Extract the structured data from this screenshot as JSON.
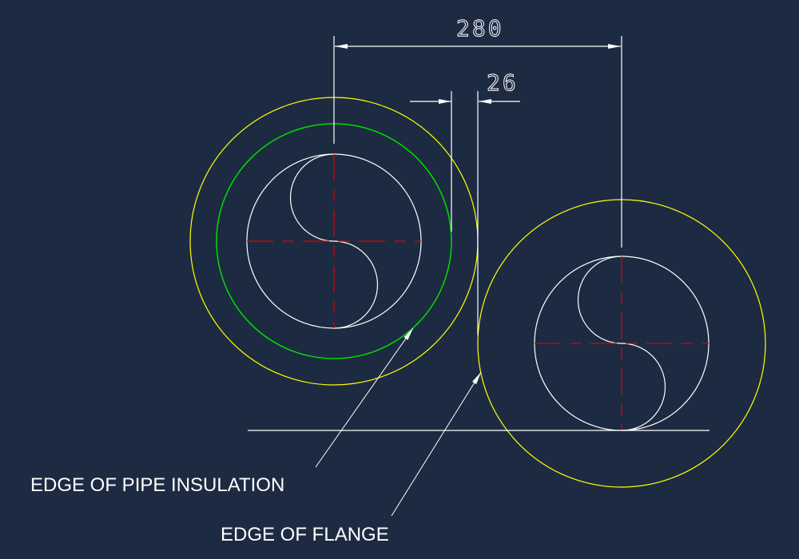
{
  "colors": {
    "background": "#1c2b42",
    "flange": "#ffff00",
    "insulation": "#00dd00",
    "pipe": "#ffffff",
    "centerline": "#dd0000",
    "annotation": "#ffffff"
  },
  "dimensions": {
    "center_to_center": "280",
    "gap": "26"
  },
  "labels": {
    "insulation": "EDGE OF PIPE INSULATION",
    "flange": "EDGE OF FLANGE"
  }
}
